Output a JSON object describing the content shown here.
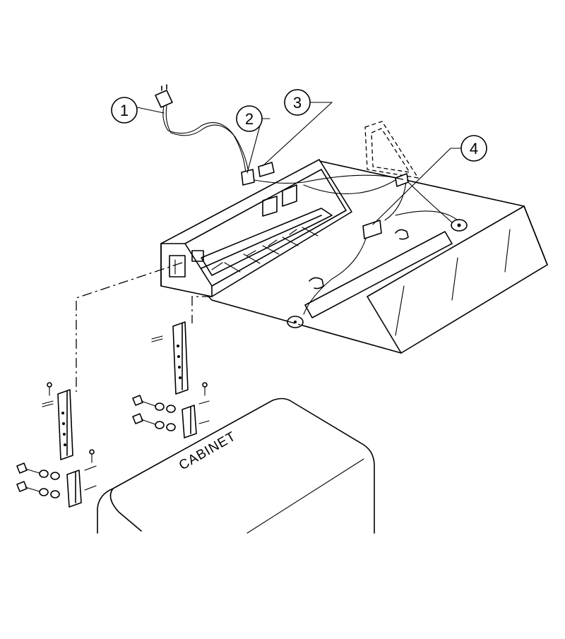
{
  "callouts": [
    {
      "number": "1"
    },
    {
      "number": "2"
    },
    {
      "number": "3"
    },
    {
      "number": "4"
    }
  ],
  "cabinet_label": "CABINET"
}
